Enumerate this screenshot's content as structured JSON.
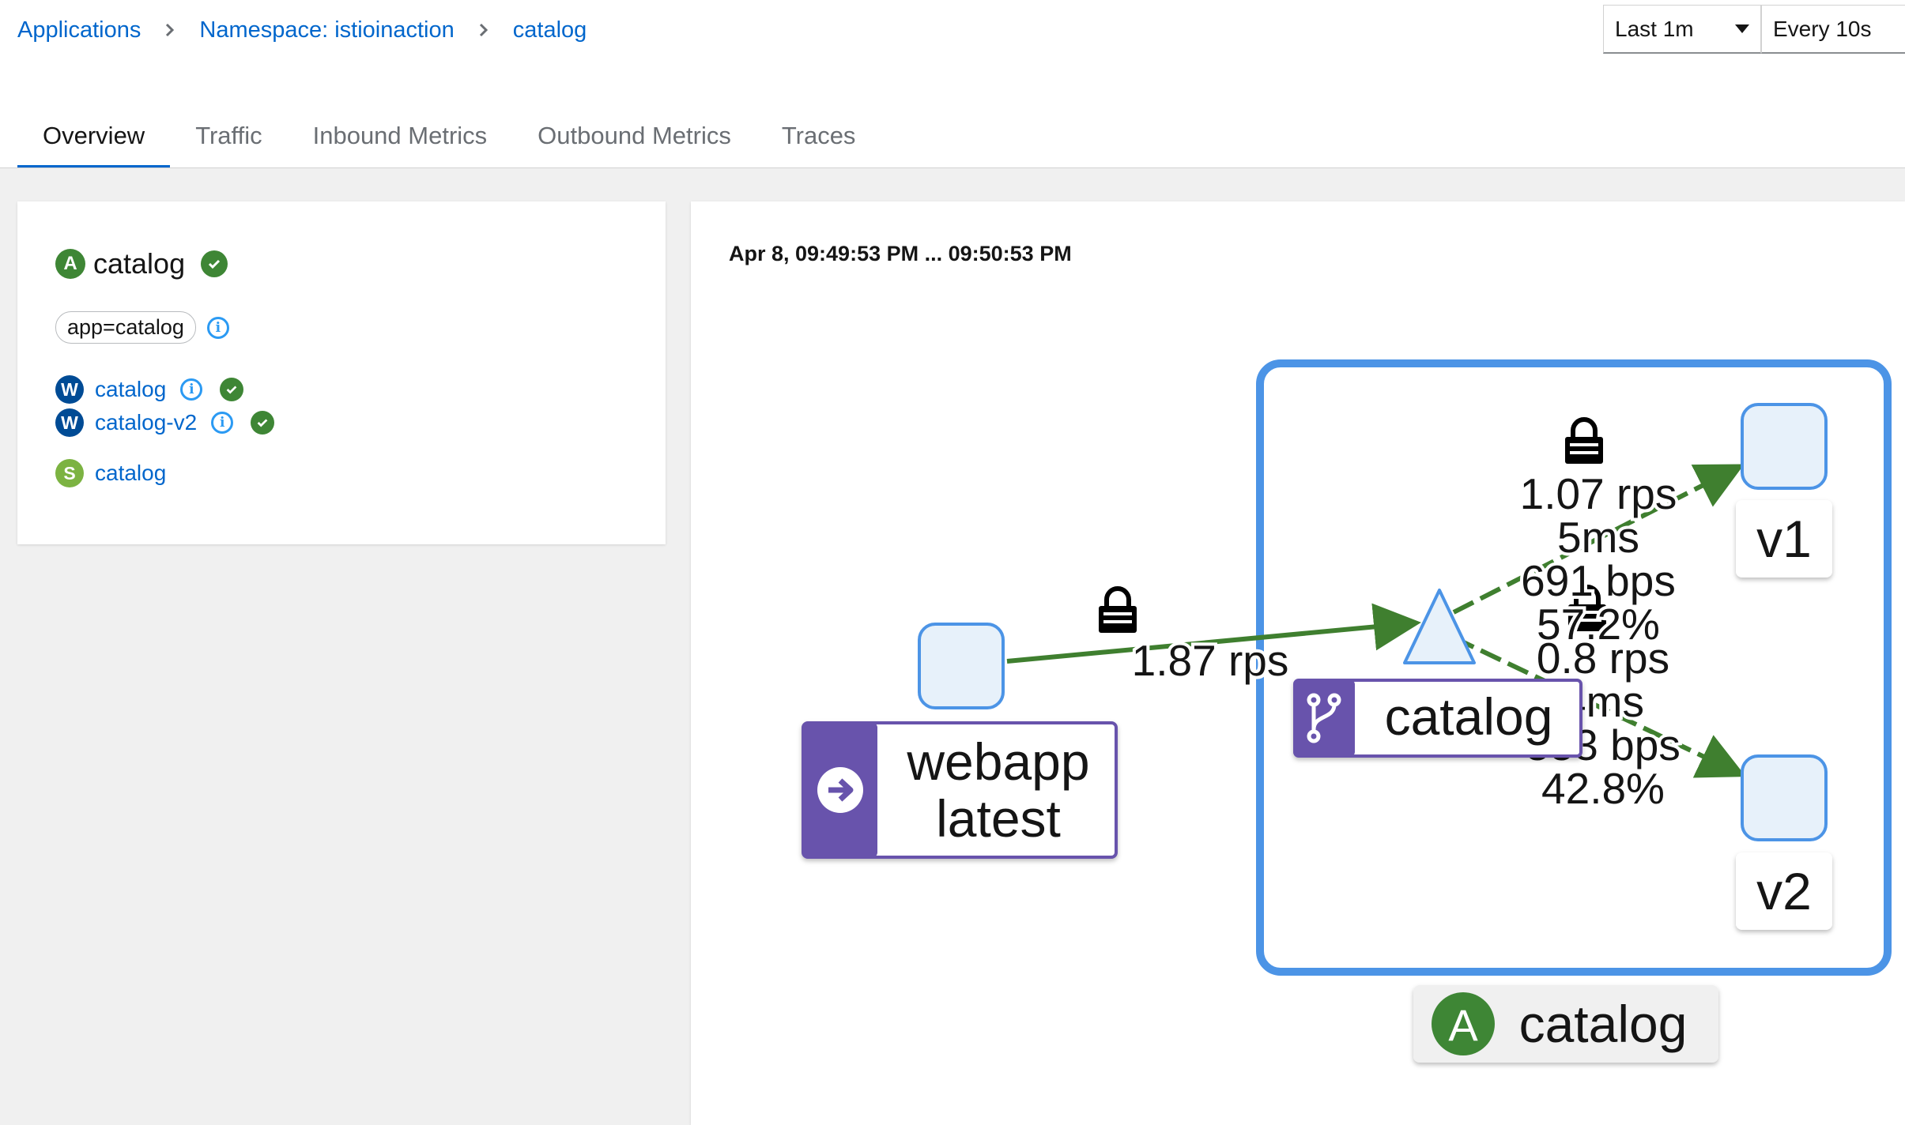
{
  "breadcrumb": {
    "items": [
      "Applications",
      "Namespace: istioinaction",
      "catalog"
    ]
  },
  "time_controls": {
    "range_label": "Last 1m",
    "refresh_label": "Every 10s"
  },
  "tabs": [
    {
      "label": "Overview",
      "active": true
    },
    {
      "label": "Traffic",
      "active": false
    },
    {
      "label": "Inbound Metrics",
      "active": false
    },
    {
      "label": "Outbound Metrics",
      "active": false
    },
    {
      "label": "Traces",
      "active": false
    }
  ],
  "app_info": {
    "badge": "A",
    "name": "catalog",
    "label": "app=catalog",
    "workloads": [
      {
        "badge": "W",
        "name": "catalog"
      },
      {
        "badge": "W",
        "name": "catalog-v2"
      }
    ],
    "services": [
      {
        "badge": "S",
        "name": "catalog"
      }
    ]
  },
  "graph": {
    "time_range": "Apr 8, 09:49:53 PM ... 09:50:53 PM",
    "source_node": {
      "line1": "webapp",
      "line2": "latest"
    },
    "service_node": {
      "label": "catalog"
    },
    "version_nodes": [
      {
        "label": "v1"
      },
      {
        "label": "v2"
      }
    ],
    "app_box": {
      "badge": "A",
      "label": "catalog"
    },
    "edge_in": {
      "rps": "1.87 rps"
    },
    "edge_v1": {
      "rps": "1.07 rps",
      "latency": "5ms",
      "bps": "691 bps",
      "pct": "57.2%"
    },
    "edge_v2": {
      "rps": "0.8 rps",
      "latency": "4ms",
      "bps": "553 bps",
      "pct": "42.8%"
    },
    "colors": {
      "edge": "#3f7f2f",
      "box": "#4c94e6",
      "node_fill": "#e7f1fa",
      "node_stroke": "#4c94e6",
      "badge_purple": "#6753ac"
    }
  }
}
